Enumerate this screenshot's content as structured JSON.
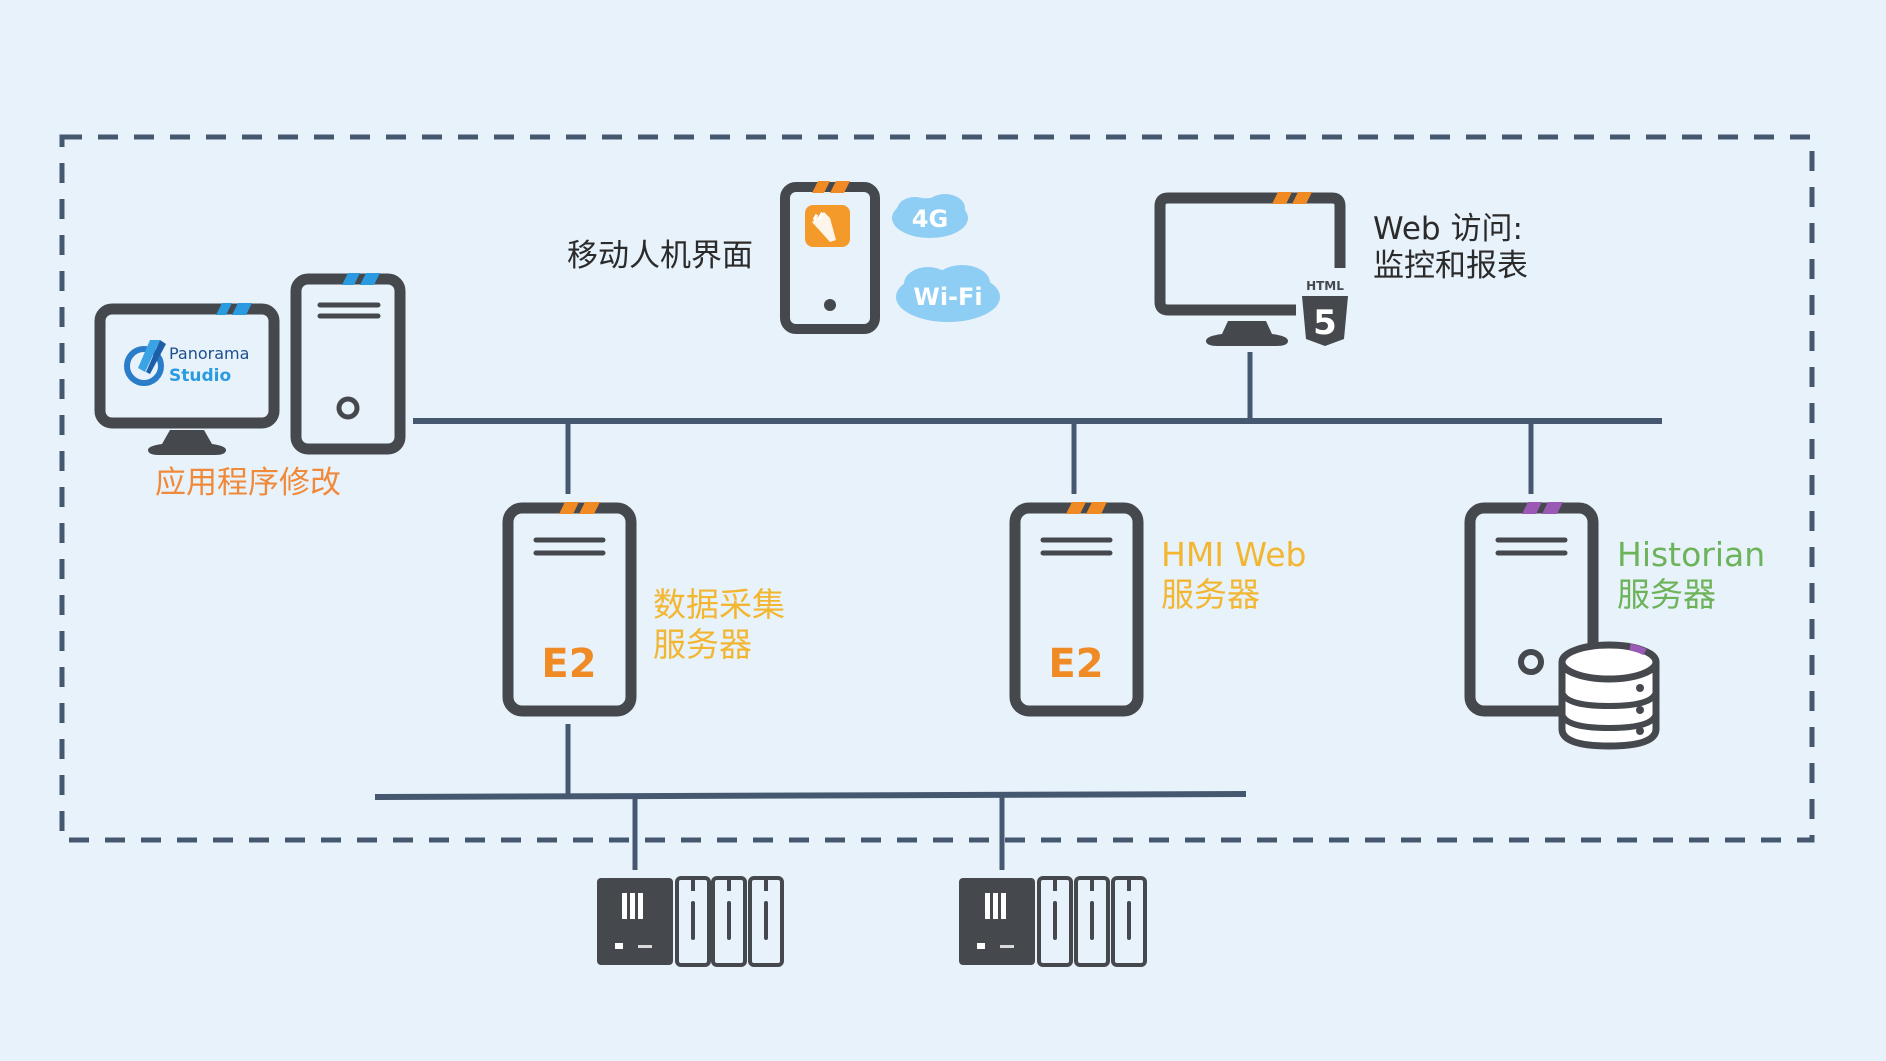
{
  "diagram": {
    "boundary": {
      "style": "dashed",
      "meaning": "plant network zone"
    },
    "colors": {
      "background": "#e8f2fb",
      "device_outline": "#45484d",
      "network_line": "#465870",
      "accent_blue": "#2a9be0",
      "accent_orange": "#f08a24",
      "accent_purple": "#9b59b6",
      "label_orange": "#f08a3a",
      "label_yellow": "#f2b631",
      "label_green": "#6db35a",
      "cloud_blue": "#8ecdf4"
    },
    "nodes": {
      "studio": {
        "label": "应用程序修改",
        "screen_logo_line1": "Panorama",
        "screen_logo_line2": "Studio",
        "icon": "desktop-workstation-icon"
      },
      "mobile": {
        "label": "移动人机界面",
        "icon": "smartphone-icon",
        "app_icon": "panorama-app-icon",
        "connectivity": [
          "4G",
          "Wi-Fi"
        ]
      },
      "web": {
        "label_line1": "Web 访问:",
        "label_line2": "监控和报表",
        "icon": "monitor-icon",
        "badge_text": "HTML",
        "badge_number": "5"
      },
      "acquisition_server": {
        "label_line1": "数据采集",
        "label_line2": "服务器",
        "badge": "E2",
        "icon": "server-tower-icon"
      },
      "hmi_web_server": {
        "label_line1": "HMI Web",
        "label_line2": "服务器",
        "badge": "E2",
        "icon": "server-tower-icon"
      },
      "historian_server": {
        "label_line1": "Historian",
        "label_line2": "服务器",
        "icon": "server-database-icon"
      },
      "plc_1": {
        "icon": "plc-rack-icon",
        "modules": 3
      },
      "plc_2": {
        "icon": "plc-rack-icon",
        "modules": 3
      }
    },
    "links": [
      [
        "studio",
        "upper_bus"
      ],
      [
        "web",
        "upper_bus"
      ],
      [
        "acquisition_server",
        "upper_bus"
      ],
      [
        "hmi_web_server",
        "upper_bus"
      ],
      [
        "historian_server",
        "upper_bus"
      ],
      [
        "acquisition_server",
        "lower_bus"
      ],
      [
        "plc_1",
        "lower_bus"
      ],
      [
        "plc_2",
        "lower_bus"
      ]
    ]
  }
}
